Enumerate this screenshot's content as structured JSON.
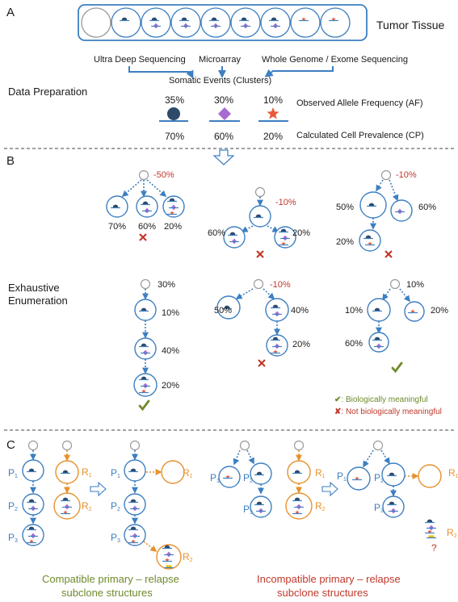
{
  "sections": {
    "a": "A",
    "b": "B",
    "c": "C"
  },
  "panel_a": {
    "tumor_tissue": "Tumor Tissue",
    "ultra_deep": "Ultra Deep Sequencing",
    "microarray": "Microarray",
    "wgs": "Whole Genome / Exome Sequencing",
    "data_preparation": "Data Preparation",
    "somatic_events": "Somatic Events (Clusters)",
    "af_label": "Observed Allele Frequency (AF)",
    "cp_label": "Calculated Cell Prevalence (CP)",
    "clusters": [
      {
        "af": "35%",
        "cp": "70%",
        "symbol": "circle",
        "color": "#2e4a6b"
      },
      {
        "af": "30%",
        "cp": "60%",
        "symbol": "diamond",
        "color": "#a86bd1"
      },
      {
        "af": "10%",
        "cp": "20%",
        "symbol": "star",
        "color": "#e8593c"
      }
    ]
  },
  "panel_b": {
    "exhaustive_line1": "Exhaustive",
    "exhaustive_line2": "Enumeration",
    "trees": [
      {
        "root": "-50%",
        "leaves": [
          "70%",
          "60%",
          "20%"
        ],
        "verdict": "invalid"
      },
      {
        "root": "-10%",
        "children": [
          "60%",
          "20%"
        ],
        "verdict": "invalid"
      },
      {
        "root": "-10%",
        "children": [
          "50%",
          "60%"
        ],
        "grandchild": "20%",
        "verdict": "invalid"
      },
      {
        "root": "30%",
        "chain": [
          "10%",
          "40%",
          "20%"
        ],
        "verdict": "valid"
      },
      {
        "root": "-10%",
        "children": [
          "50%",
          "40%"
        ],
        "grandchild": "20%",
        "verdict": "invalid"
      },
      {
        "root": "10%",
        "children": [
          "10%",
          "20%"
        ],
        "grandchild": "60%",
        "verdict": "valid"
      }
    ],
    "legend": {
      "valid": ": Biologically meaningful",
      "invalid": ": Not biologically meaningful"
    }
  },
  "panel_c": {
    "labels": {
      "p": "P",
      "r": "R",
      "one": "1",
      "two": "2",
      "three": "3"
    },
    "question_mark": "?",
    "compatible_line1": "Compatible primary – relapse",
    "compatible_line2": "subclone structures",
    "incompatible_line1": "Incompatible primary – relapse",
    "incompatible_line2": "subclone structures"
  },
  "colors": {
    "blue": "#3d7fc1",
    "orange": "#e8912c",
    "red": "#c0392b",
    "green": "#6e8a2b",
    "navy": "#2e4a6b",
    "purple": "#a86bd1",
    "star": "#e8593c",
    "gray": "#9a9a9a"
  },
  "icons": {
    "valid": "check-icon",
    "invalid": "cross-icon"
  }
}
